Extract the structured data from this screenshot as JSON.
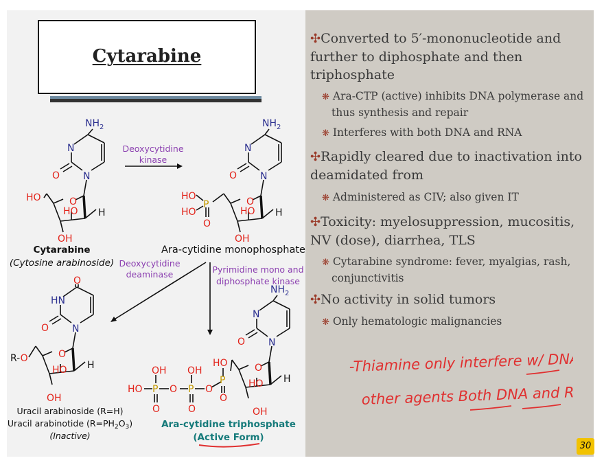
{
  "title": "Cytarabine",
  "chem": {
    "nh2": "NH",
    "sub2": "2",
    "n": "N",
    "o": "O",
    "hn": "HN",
    "ho": "HO",
    "oh": "OH",
    "h": "H",
    "p": "P",
    "r": "R",
    "enzyme1": [
      "Deoxycytidine",
      "kinase"
    ],
    "enzyme2": [
      "Deoxycytidine",
      "deaminase"
    ],
    "enzyme3": [
      "Pyrimidine mono and",
      "diphosphate kinase"
    ],
    "name1": "Cytarabine",
    "name1_sub": "(Cytosine arabinoside)",
    "name2": "Ara-cytidine monophosphate",
    "name3_line1": "Uracil arabinoside (R=H)",
    "name3_line2_a": "Uracil arabinotide (R=PH",
    "name3_line2_b": "O",
    "name3_line2_sub1": "2",
    "name3_line2_sub2": "3",
    "name3_line2_c": ")",
    "name3_line3": "(Inactive)",
    "name4_line1": "Ara-cytidine triphosphate",
    "name4_line2": "(Active Form)"
  },
  "bullets": [
    {
      "marker": "✣",
      "text": "Converted to 5′-mononucleotide and further to diphosphate and then triphosphate"
    },
    {
      "marker": "❋",
      "text": "Ara-CTP (active) inhibits DNA polymerase and thus synthesis and repair"
    },
    {
      "marker": "❋",
      "text": "Interferes with both DNA and RNA"
    },
    {
      "marker": "✣",
      "text": "Rapidly cleared due to inactivation into deamidated from"
    },
    {
      "marker": "❋",
      "text": "Administered as CIV; also given IT"
    },
    {
      "marker": "✣",
      "text": "Toxicity: myelosuppression, mucositis, NV (dose), diarrhea, TLS"
    },
    {
      "marker": "❋",
      "text": "Cytarabine syndrome: fever, myalgias, rash, conjunctivitis"
    },
    {
      "marker": "✣",
      "text": "No activity in solid tumors"
    },
    {
      "marker": "❋",
      "text": "Only hematologic malignancies"
    }
  ],
  "handwriting": {
    "line1": "-Thiamine only interfere w/ DNA!",
    "line2": "other agents Both DNA and RNA!"
  },
  "page_number": "30",
  "colors": {
    "blue": "#2b2f8f",
    "red": "#e2231a",
    "purple": "#8b3fb0",
    "teal": "#157a7a",
    "ink": "#e03030"
  }
}
